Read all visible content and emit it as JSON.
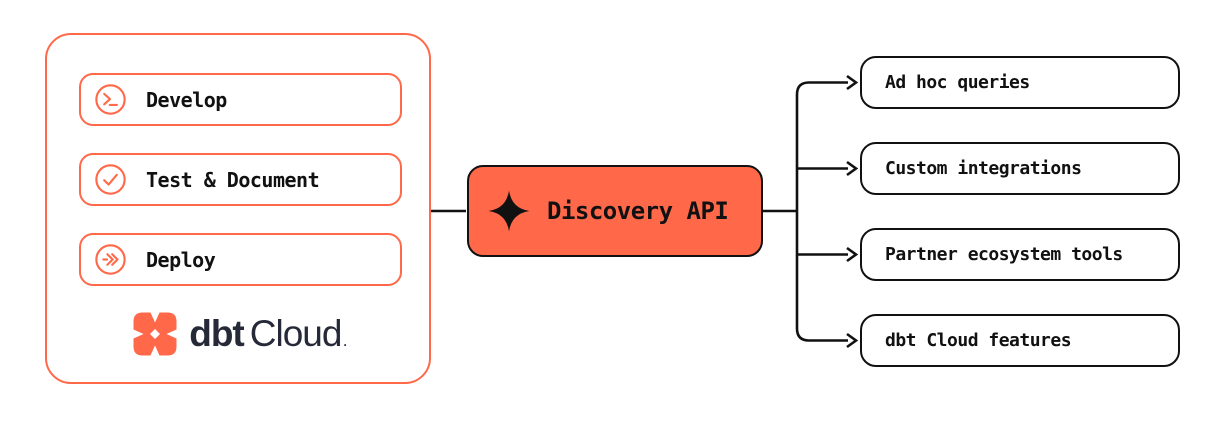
{
  "colors": {
    "coral": "#FF694A",
    "ink": "#111111",
    "navy": "#262A38",
    "background": "#FFFFFF"
  },
  "left_panel": {
    "items": [
      {
        "label": "Develop",
        "icon": "terminal-prompt-icon"
      },
      {
        "label": "Test & Document",
        "icon": "check-circle-icon"
      },
      {
        "label": "Deploy",
        "icon": "fast-forward-icon"
      }
    ],
    "logo": {
      "name": "dbt Cloud",
      "bold_part": "dbt",
      "regular_part": "Cloud",
      "trademark": "."
    }
  },
  "hub": {
    "label": "Discovery API",
    "icon": "sparkle-icon"
  },
  "outputs": [
    {
      "label": "Ad hoc queries"
    },
    {
      "label": "Custom integrations"
    },
    {
      "label": "Partner ecosystem tools"
    },
    {
      "label": "dbt Cloud features"
    }
  ]
}
